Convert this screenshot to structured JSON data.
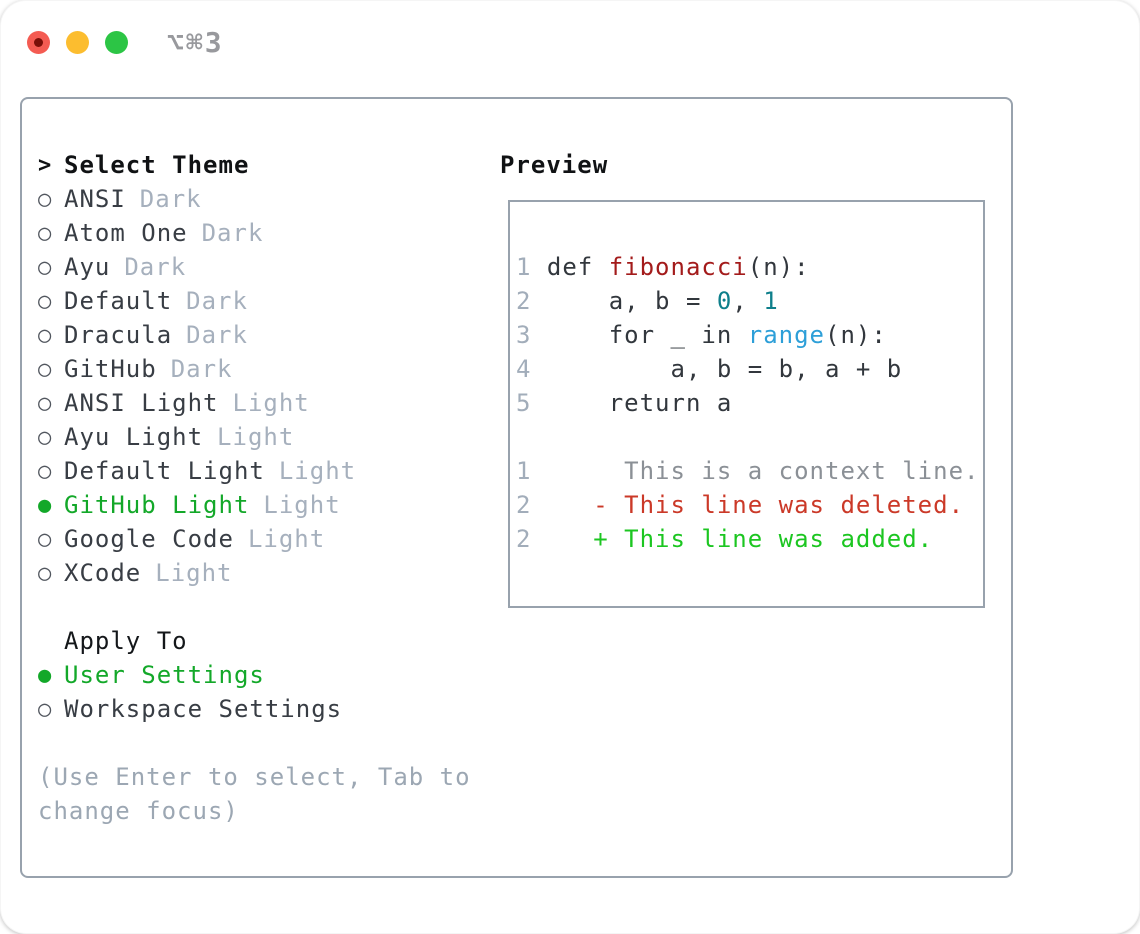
{
  "window": {
    "shortcut": "⌥⌘3"
  },
  "colors": {
    "accent_green": "#13a829",
    "diff_added": "#1cc621",
    "diff_deleted": "#cb3928",
    "func_red": "#a31b1b",
    "number_teal": "#0e7f8b",
    "builtin_blue": "#2d9fd8",
    "border_gray": "#98a2ad",
    "line_number": "#a2adba",
    "traffic_red": "#f45b52",
    "traffic_yellow": "#fcbd2f",
    "traffic_green": "#2cc545"
  },
  "theme_picker": {
    "header": {
      "prompt": ">",
      "label": "Select Theme"
    },
    "items": [
      {
        "name": "ANSI",
        "variant": "Dark",
        "selected": false
      },
      {
        "name": "Atom One",
        "variant": "Dark",
        "selected": false
      },
      {
        "name": "Ayu",
        "variant": "Dark",
        "selected": false
      },
      {
        "name": "Default",
        "variant": "Dark",
        "selected": false
      },
      {
        "name": "Dracula",
        "variant": "Dark",
        "selected": false
      },
      {
        "name": "GitHub",
        "variant": "Dark",
        "selected": false
      },
      {
        "name": "ANSI Light",
        "variant": "Light",
        "selected": false
      },
      {
        "name": "Ayu Light",
        "variant": "Light",
        "selected": false
      },
      {
        "name": "Default Light",
        "variant": "Light",
        "selected": false
      },
      {
        "name": "GitHub Light",
        "variant": "Light",
        "selected": true
      },
      {
        "name": "Google Code",
        "variant": "Light",
        "selected": false
      },
      {
        "name": "XCode",
        "variant": "Light",
        "selected": false
      }
    ],
    "apply_to": {
      "label": "Apply To",
      "options": [
        {
          "name": "User Settings",
          "selected": true
        },
        {
          "name": "Workspace Settings",
          "selected": false
        }
      ]
    },
    "hint": "(Use Enter to select, Tab to change focus)"
  },
  "preview": {
    "label": "Preview",
    "lines": [
      [
        {
          "t": "1",
          "s": "num"
        },
        {
          "t": " def ",
          "s": "code"
        },
        {
          "t": "fibonacci",
          "s": "func"
        },
        {
          "t": "(n):",
          "s": "code"
        }
      ],
      [
        {
          "t": "2",
          "s": "num"
        },
        {
          "t": "     a, b = ",
          "s": "code"
        },
        {
          "t": "0",
          "s": "number"
        },
        {
          "t": ", ",
          "s": "code"
        },
        {
          "t": "1",
          "s": "number"
        }
      ],
      [
        {
          "t": "3",
          "s": "num"
        },
        {
          "t": "     for _ in ",
          "s": "code"
        },
        {
          "t": "range",
          "s": "builtin"
        },
        {
          "t": "(n):",
          "s": "code"
        }
      ],
      [
        {
          "t": "4",
          "s": "num"
        },
        {
          "t": "         a, b = b, a + b",
          "s": "code"
        }
      ],
      [
        {
          "t": "5",
          "s": "num"
        },
        {
          "t": "     return a",
          "s": "code"
        }
      ],
      [],
      [
        {
          "t": "1",
          "s": "num"
        },
        {
          "t": "      This is a context line.",
          "s": "context"
        }
      ],
      [
        {
          "t": "2",
          "s": "num"
        },
        {
          "t": "    - This line was deleted.",
          "s": "deleted"
        }
      ],
      [
        {
          "t": "2",
          "s": "num"
        },
        {
          "t": "    + This line was added.",
          "s": "added"
        }
      ]
    ]
  }
}
